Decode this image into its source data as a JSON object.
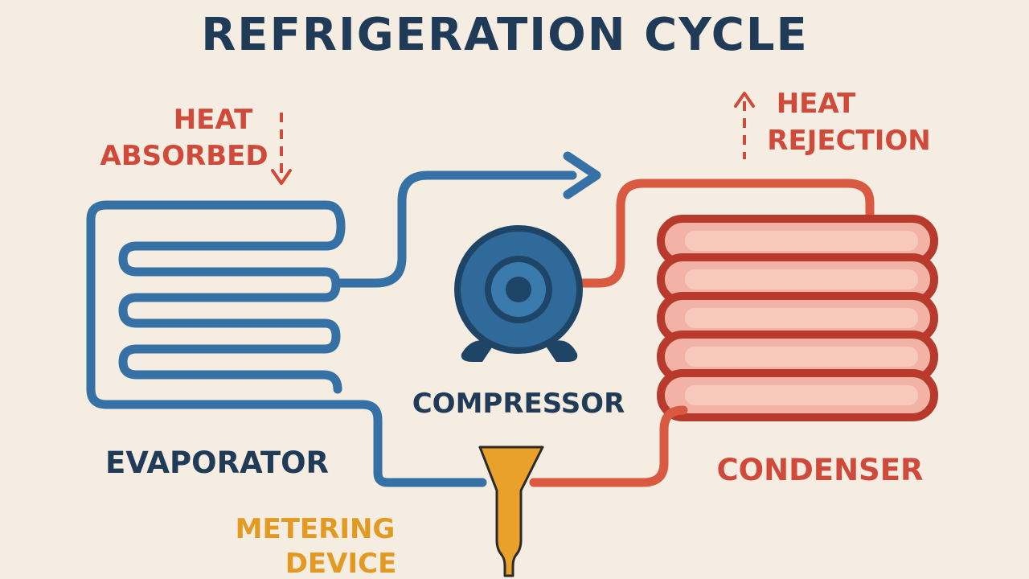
{
  "title": "REFRIGERATION CYCLE",
  "labels": {
    "heat_absorbed": [
      "HEAT",
      "ABSORBED"
    ],
    "heat_rejection": [
      "HEAT",
      "REJECTION"
    ],
    "compressor": "COMPRESSOR",
    "evaporator": "EVAPORATOR",
    "condenser": "CONDENSER",
    "metering_device": [
      "METERING",
      "DEVICE"
    ]
  },
  "colors": {
    "background": "#f5ede1",
    "title": "#1f3b57",
    "cold_line": "#3571a4",
    "hot_line": "#d95a41",
    "condenser_outline": "#b83a2c",
    "condenser_fill": "#f2b3a6",
    "compressor_body": "#2f6a9a",
    "compressor_dark": "#1e4466",
    "heat_text": "#cf4a3a",
    "metering_device": "#eaa12a",
    "metering_text": "#e39a23"
  }
}
